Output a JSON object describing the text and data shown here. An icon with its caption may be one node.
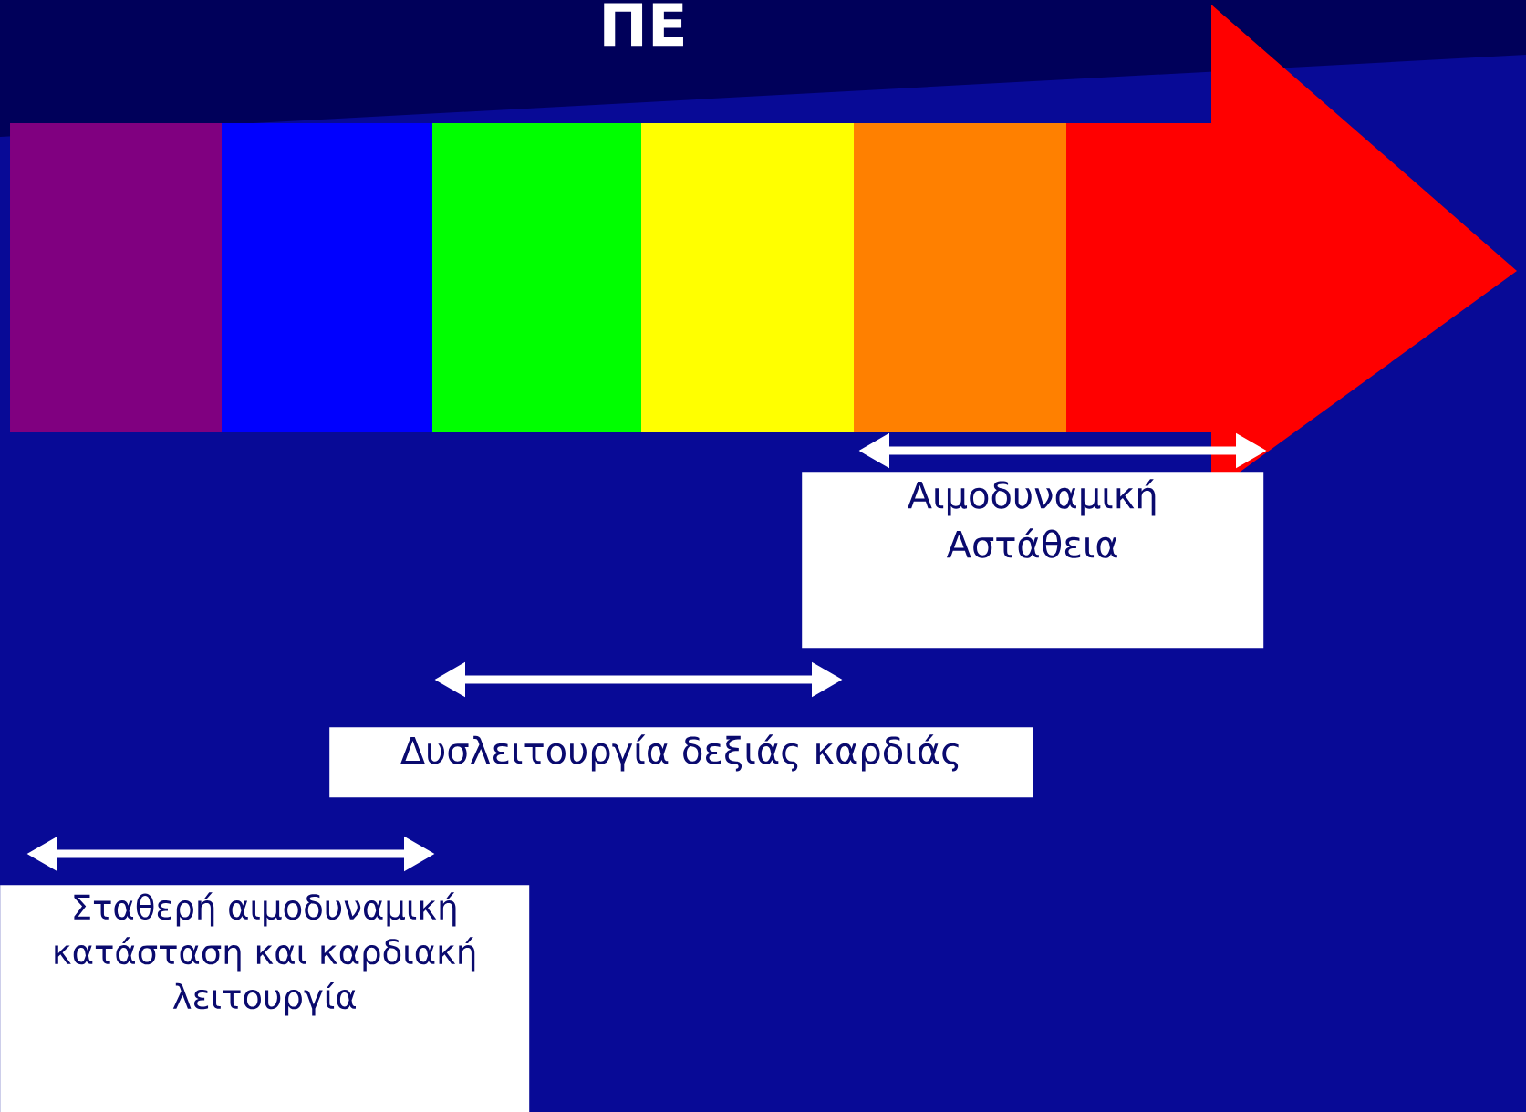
{
  "diagram": {
    "title": "ΠΕ",
    "nodes": [
      {
        "text": [
          "Αιμοδυναμική Αστάθεια"
        ]
      },
      {
        "text": [
          "Δυσλειτουργία δεξιάς καρδιάς"
        ]
      },
      {
        "text": [
          "Σταθερή αιμοδυναμική κατάσταση και καρδιακή λειτουργία"
        ]
      }
    ]
  }
}
